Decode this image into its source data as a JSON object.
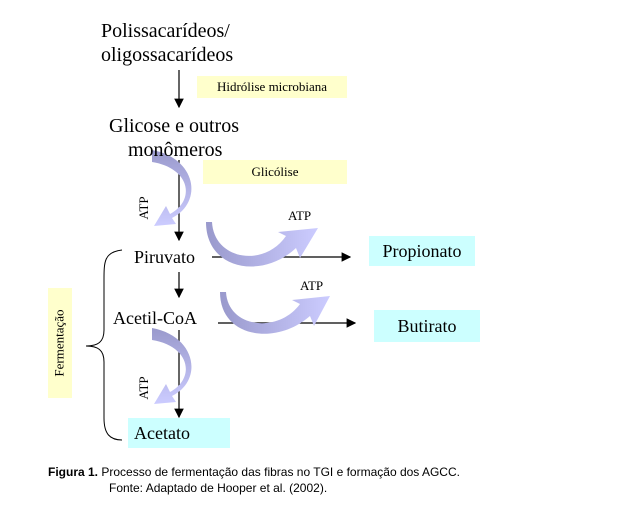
{
  "nodes": {
    "polysaccharides_line1": "Polissacarídeos/",
    "polysaccharides_line2": "oligossacarídeos",
    "glucose_line1": "Glicose e outros",
    "glucose_line2": "monômeros",
    "pyruvate": "Piruvato",
    "acetyl_coa": "Acetil-CoA",
    "acetate": "Acetato",
    "propionate": "Propionato",
    "butyrate": "Butirato"
  },
  "process_labels": {
    "hydrolysis": "Hidrólise microbiana",
    "glycolysis": "Glicólise",
    "fermentation": "Fermentação"
  },
  "energy_labels": {
    "atp_glycolysis": "ATP",
    "atp_propionate": "ATP",
    "atp_butyrate": "ATP",
    "atp_acetate": "ATP"
  },
  "caption": {
    "figure_label": "Figura 1.",
    "figure_text": "Processo de fermentação das fibras no TGI e formação dos AGCC.",
    "source": "Fonte: Adaptado de Hooper et al. (2002)."
  },
  "colors": {
    "highlight_yellow": "#ffffcc",
    "highlight_cyan": "#ccffff",
    "curved_arrow_dark": "#9999cc",
    "curved_arrow_light": "#ccccff"
  }
}
